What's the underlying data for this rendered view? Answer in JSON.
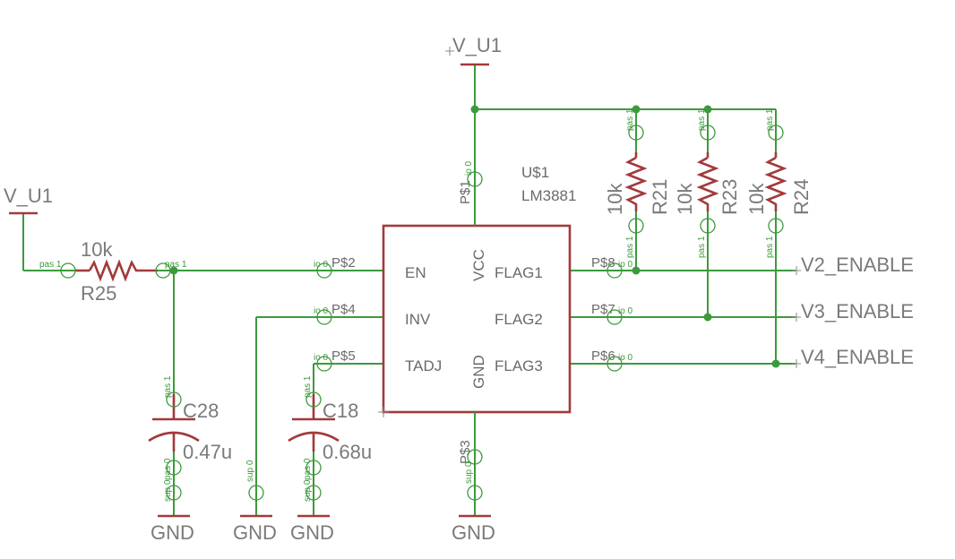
{
  "supplies": {
    "v_u1_top": "V_U1",
    "v_u1_left": "V_U1"
  },
  "grounds": {
    "gnd1": "GND",
    "gnd2": "GND",
    "gnd3": "GND",
    "gnd4": "GND"
  },
  "resistors": {
    "r25": {
      "name": "R25",
      "value": "10k"
    },
    "r21": {
      "name": "R21",
      "value": "10k"
    },
    "r23": {
      "name": "R23",
      "value": "10k"
    },
    "r24": {
      "name": "R24",
      "value": "10k"
    }
  },
  "capacitors": {
    "c28": {
      "name": "C28",
      "value": "0.47u"
    },
    "c18": {
      "name": "C18",
      "value": "0.68u"
    }
  },
  "ic": {
    "ref": "U$1",
    "part": "LM3881",
    "pin_en": "EN",
    "pin_inv": "INV",
    "pin_tadj": "TADJ",
    "pin_vcc": "VCC",
    "pin_gnd": "GND",
    "pin_flag1": "FLAG1",
    "pin_flag2": "FLAG2",
    "pin_flag3": "FLAG3",
    "pad_p1": "P$1",
    "pad_p2": "P$2",
    "pad_p3": "P$3",
    "pad_p4": "P$4",
    "pad_p5": "P$5",
    "pad_p6": "P$6",
    "pad_p7": "P$7",
    "pad_p8": "P$8"
  },
  "nets": {
    "v2": "V2_ENABLE",
    "v3": "V3_ENABLE",
    "v4": "V4_ENABLE"
  },
  "pin_tags": {
    "pas1": "pas 1",
    "io0": "io 0",
    "sup0": "sup 0",
    "pas0": "pas 0"
  },
  "colors": {
    "wire": "#3c9a3c",
    "part": "#a23a3a",
    "text": "#7a7a7a"
  }
}
